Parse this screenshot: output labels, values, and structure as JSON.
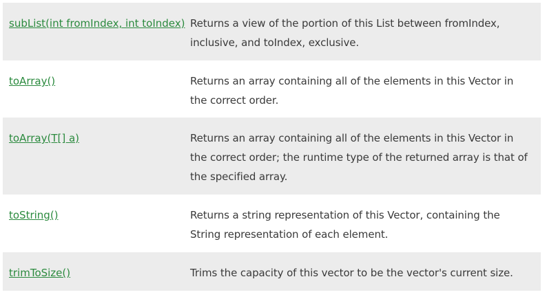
{
  "rows": [
    {
      "method": "subList(int fromIndex, int toIndex)",
      "description": "Returns a view of the portion of this List between fromIndex, inclusive, and toIndex, exclusive."
    },
    {
      "method": "toArray()",
      "description": "Returns an array containing all of the elements in this Vector in the correct order."
    },
    {
      "method": "toArray(T[] a)",
      "description": "Returns an array containing all of the elements in this Vector in the correct order; the runtime type of the returned array is that of the specified array."
    },
    {
      "method": "toString()",
      "description": "Returns a string representation of this Vector, containing the String representation of each element."
    },
    {
      "method": "trimToSize()",
      "description": "Trims the capacity of this vector to be the vector's current size."
    }
  ],
  "colors": {
    "link": "#2b8a3e",
    "shaded_row": "#ececec",
    "text": "#3a3a3a"
  }
}
